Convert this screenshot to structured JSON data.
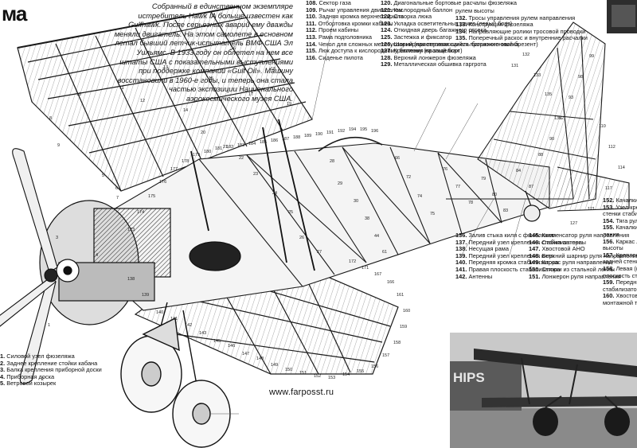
{
  "heading": "ма",
  "intro_text": "Собранный в единственном экземпляре истребитель Hawk IA больше известен как Gulfhawk. После серьезных аварий ему дважды меняли двигатель. На этом самолете в основном летал бывший летчик-испытатель ВМФ США Эл Уильямс. В 1933 году он облетел на нем все штаты США с показательными выступлениями при поддержке компании «Gulf Oil». Машину восстановили в 1960-е годы, и теперь она стала частью экспозиции Национального аэрокосмического музея США.",
  "website": "www.farposst.ru",
  "photo_sign": "HIPS",
  "legend_col1": [
    {
      "n": "108.",
      "t": "Сектор газа"
    },
    {
      "n": "109.",
      "t": "Рычаг управления двигателем"
    },
    {
      "n": "110.",
      "t": "Задняя кромка верхнего крыла"
    },
    {
      "n": "111.",
      "t": "Отбортовка кромки кабины"
    },
    {
      "n": "112.",
      "t": "Проем кабины"
    },
    {
      "n": "113.",
      "t": "Рама подголовника"
    },
    {
      "n": "114.",
      "t": "Чехол для сложных метеоусловий (пристегивающийся прорезиненный брезент)"
    },
    {
      "n": "115.",
      "t": "Люк доступа к кислородному баллону (правый борт)"
    },
    {
      "n": "116.",
      "t": "Сиденье пилота"
    }
  ],
  "legend_col2": [
    {
      "n": "120.",
      "t": "Диагональные бортовые расчалы фюзеляжа"
    },
    {
      "n": "121.",
      "t": "Кислородный баллон"
    },
    {
      "n": "122.",
      "t": "Створка люка"
    },
    {
      "n": "123.",
      "t": "Укладка осветительных ракет (левый борт)"
    },
    {
      "n": "124.",
      "t": "Откидная дверь багажного отсека"
    },
    {
      "n": "125.",
      "t": "Застежка и фиксатор"
    },
    {
      "n": "126.",
      "t": "Шарнирная верхняя панель багажного отсека"
    },
    {
      "n": "127.",
      "t": "Крепления на защелках"
    },
    {
      "n": "128.",
      "t": "Верхний лонжерон фюзеляжа"
    },
    {
      "n": "129.",
      "t": "Металлическая обшивка гаргрота"
    }
  ],
  "legend_col3": [
    {
      "n": "",
      "t": "рулем высоты"
    },
    {
      "n": "132.",
      "t": "Тросы управления рулем направления"
    },
    {
      "n": "133.",
      "t": "Конструкция фюзеляжа"
    },
    {
      "n": "134.",
      "t": "Направляющие ролики тросовой проводки"
    },
    {
      "n": "135.",
      "t": "Поперечный раскос и внутренние расчалки"
    }
  ],
  "legend_col4": [
    {
      "n": "136.",
      "t": "Залив стыка киля с фюзеляжем"
    },
    {
      "n": "137.",
      "t": "Передний узел крепления стабилизатора"
    },
    {
      "n": "138.",
      "t": "Несущая рама"
    },
    {
      "n": "139.",
      "t": "Передний узел крепления киля"
    },
    {
      "n": "140.",
      "t": "Передняя кромка стабилизатора"
    },
    {
      "n": "141.",
      "t": "Правая плоскость стабилизатора"
    },
    {
      "n": "142.",
      "t": "Антенны"
    }
  ],
  "legend_col5": [
    {
      "n": "145.",
      "t": "Компенсатор руля направления"
    },
    {
      "n": "146.",
      "t": "Стойка антенны"
    },
    {
      "n": "147.",
      "t": "Хвостовой АНО"
    },
    {
      "n": "148.",
      "t": "Верхний шарнир руля направления"
    },
    {
      "n": "149.",
      "t": "Каркас руля направления"
    },
    {
      "n": "150.",
      "t": "Стяжки из стальной ленты"
    },
    {
      "n": "151.",
      "t": "Лонжерон руля направления"
    }
  ],
  "legend_col6": [
    {
      "n": "152.",
      "t": "Качалки ру"
    },
    {
      "n": "153.",
      "t": "Узел крепл"
    },
    {
      "n": "",
      "t": "стенки стабил"
    },
    {
      "n": "154.",
      "t": "Тяга руля в"
    },
    {
      "n": "155.",
      "t": "Качалки ру"
    },
    {
      "n": "",
      "t": "ления"
    },
    {
      "n": "156.",
      "t": "Каркас лев"
    },
    {
      "n": "",
      "t": "высоты"
    },
    {
      "n": "157.",
      "t": "Крепление"
    },
    {
      "n": "",
      "t": "задней стенке с"
    },
    {
      "n": "158.",
      "t": "Левая (ве"
    },
    {
      "n": "",
      "t": "плоскость стаби"
    },
    {
      "n": "159.",
      "t": "Передний"
    },
    {
      "n": "",
      "t": "стабилизатор"
    },
    {
      "n": "160.",
      "t": "Хвостовой"
    },
    {
      "n": "",
      "t": "монтажной теле"
    }
  ],
  "legend_col7": [
    {
      "n": "1.",
      "t": "Силовой узел фюзеляжа"
    },
    {
      "n": "2.",
      "t": "Заднее крепление стойки кабана"
    },
    {
      "n": "3.",
      "t": "Балка крепления приборной доски"
    },
    {
      "n": "4.",
      "t": "Приборная доска"
    },
    {
      "n": "5.",
      "t": "Ветровой козырек"
    }
  ],
  "callouts": [
    "1",
    "2",
    "3",
    "4",
    "5",
    "6",
    "7",
    "8",
    "9",
    "10",
    "11",
    "12",
    "13",
    "14",
    "15",
    "16",
    "17",
    "18",
    "19",
    "20",
    "21",
    "22",
    "23",
    "24",
    "25",
    "26",
    "27",
    "28",
    "29",
    "30",
    "38",
    "44",
    "61",
    "66",
    "72",
    "74",
    "75",
    "76",
    "77",
    "78",
    "79",
    "80",
    "83",
    "84",
    "87",
    "88",
    "90",
    "92",
    "93",
    "98",
    "99",
    "110",
    "112",
    "114",
    "117",
    "121",
    "127",
    "128",
    "131",
    "132",
    "133",
    "135",
    "136",
    "138",
    "139",
    "140",
    "141",
    "142",
    "143",
    "145",
    "146",
    "147",
    "148",
    "149",
    "150",
    "151",
    "152",
    "153",
    "154",
    "155",
    "156",
    "157",
    "158",
    "159",
    "160",
    "161",
    "166",
    "167",
    "171",
    "172",
    "173",
    "174",
    "175",
    "176",
    "177",
    "178",
    "179",
    "180",
    "181",
    "182",
    "183",
    "184",
    "185",
    "186",
    "187",
    "188",
    "189",
    "190",
    "191",
    "192",
    "194",
    "195",
    "196"
  ]
}
